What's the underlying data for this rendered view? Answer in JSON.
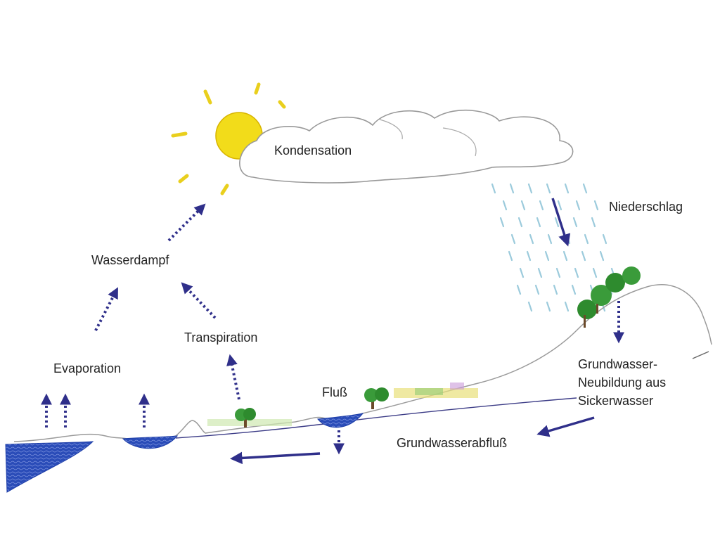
{
  "labels": {
    "kondensation": "Kondensation",
    "niederschlag": "Niederschlag",
    "wasserdampf": "Wasserdampf",
    "transpiration": "Transpiration",
    "evaporation": "Evaporation",
    "fluss": "Fluß",
    "gw_line1": "Grundwasser-",
    "gw_line2": "Neubildung aus",
    "gw_line3": "Sickerwasser",
    "grundwasserabfluss": "Grundwasserabfluß"
  },
  "colors": {
    "arrow": "#2f2f8a",
    "sun": "#f2dc1a",
    "sun_outline": "#d8b400",
    "water": "#1f3fa8",
    "rain": "#9ccbdc",
    "tree": "#2e8b2e",
    "ground_line": "#9a9a9a",
    "groundwater_line": "#3b3b86"
  }
}
